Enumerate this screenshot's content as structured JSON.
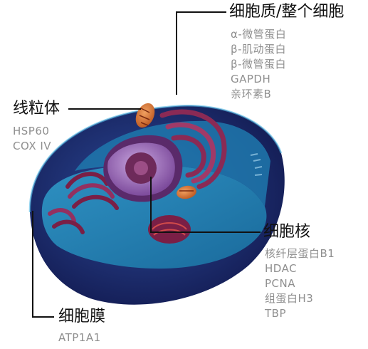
{
  "labels": {
    "cytoplasm": {
      "title": "细胞质/整个细胞",
      "markers": [
        "α-微管蛋白",
        "β-肌动蛋白",
        "β-微管蛋白",
        "GAPDH",
        "亲环素B"
      ]
    },
    "mitochondria": {
      "title": "线粒体",
      "markers": [
        "HSP60",
        "COX IV"
      ]
    },
    "nucleus": {
      "title": "细胞核",
      "markers": [
        "核纤层蛋白B1",
        "HDAC",
        "PCNA",
        "组蛋白H3",
        "TBP"
      ]
    },
    "membrane": {
      "title": "细胞膜",
      "markers": [
        "ATP1A1"
      ]
    }
  },
  "colors": {
    "outer_shell": "#1a2a6a",
    "cytoplasm": "#1e7fb0",
    "cytoplasm_light": "#3fa6d2",
    "organelle": "#7a1f46",
    "nucleus": "#8c59a8",
    "nucleolus": "#6e2a5a",
    "mitochondria": "#d9772e",
    "leader_line": "#111111",
    "marker_text": "#8f8f8f"
  }
}
